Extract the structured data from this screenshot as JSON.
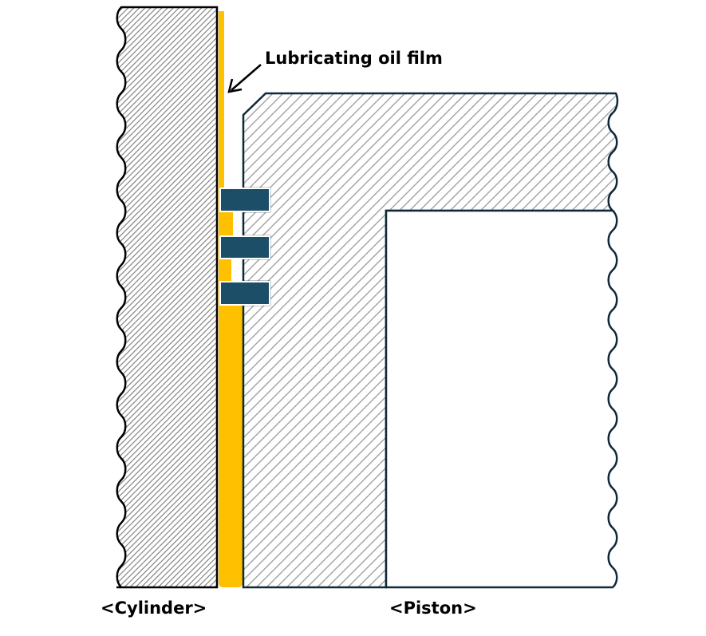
{
  "labels": {
    "oil_film": "Lubricating oil film",
    "cylinder": "<Cylinder>",
    "piston": "<Piston>"
  },
  "colors": {
    "oil_film": "#FFC000",
    "ring": "#1C4E68",
    "piston_outline": "#0E2A3A",
    "outline": "#000000",
    "cylinder_hatch": "#808080",
    "piston_hatch": "#9A9A9A",
    "background": "#FFFFFF"
  },
  "components": {
    "piston_ring_count": 3
  }
}
